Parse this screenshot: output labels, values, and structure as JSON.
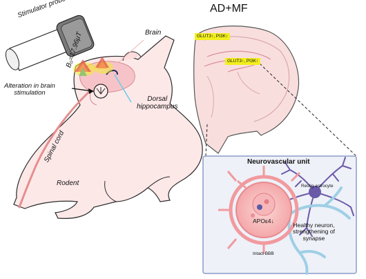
{
  "labels": {
    "stimulator_probe": "Stimulator probe",
    "field_strength": "B₀=17.96μT",
    "alteration": "Alteration in brain\nstimulation",
    "brain": "Brain",
    "dorsal_hippocampus": "Dorsal\nhippocampus",
    "spinal_cord": "Spinal cord",
    "rodent": "Rodent",
    "condition_title": "AD+MF",
    "marker_1": "GLUT3↑, PI3K↑",
    "marker_2": "GLUT3↑, PI3K↑",
    "nvu_title": "Neurovascular unit",
    "resting_astrocyte": "Restig astrocyte",
    "apoe": "APOε4↓",
    "healthy_neuron": "Healthy neuron,\nstrengthening of\nsynapse",
    "intact_bbb": "Intact BBB"
  },
  "colors": {
    "rodent_fill": "#fde8e8",
    "brain_section_fill": "#f9dede",
    "panel_fill": "#eef1f8",
    "panel_border": "#8c9cc8",
    "highlight": "#f2ef1e",
    "astrocyte": "#6b5aa8",
    "neuron": "#9ecfe6",
    "vessel": "#f19a9e"
  }
}
